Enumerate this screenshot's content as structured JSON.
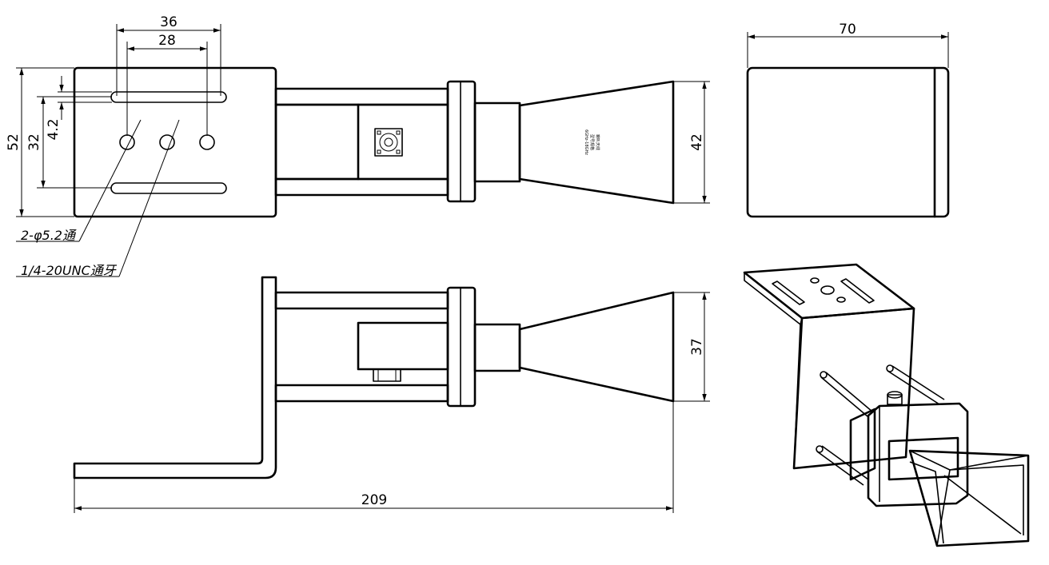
{
  "dimensions": {
    "width_36": "36",
    "width_28": "28",
    "height_52": "52",
    "height_32": "32",
    "slot_4_2": "4.2",
    "horn_42": "42",
    "width_70": "70",
    "horn_37": "37",
    "length_209": "209"
  },
  "callouts": {
    "holes": "2-φ5.2通",
    "tapped": "1/4-20UNC通牙"
  },
  "horn_label": {
    "line1": "喇叭天线",
    "line2": "型号规格",
    "line3": "6GHz-18GHz"
  },
  "colors": {
    "line": "#000000",
    "background": "#ffffff"
  }
}
